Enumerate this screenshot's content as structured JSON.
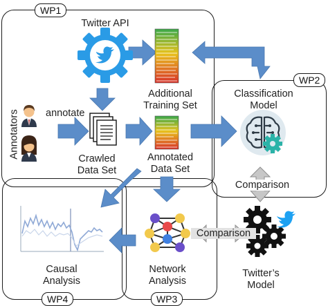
{
  "work_packages": {
    "wp1": "WP1",
    "wp2": "WP2",
    "wp3": "WP3",
    "wp4": "WP4"
  },
  "labels": {
    "twitter_api": "Twitter API",
    "additional_training_set_1": "Additional",
    "additional_training_set_2": "Training Set",
    "annotate": "annotate",
    "annotators": "Annotators",
    "crawled_data_set_1": "Crawled",
    "crawled_data_set_2": "Data Set",
    "annotated_data_set_1": "Annotated",
    "annotated_data_set_2": "Data Set",
    "classification_model_1": "Classification",
    "classification_model_2": "Model",
    "comparison_top": "Comparison",
    "comparison_bottom": "Comparison",
    "causal_analysis_1": "Causal",
    "causal_analysis_2": "Analysis",
    "network_analysis_1": "Network",
    "network_analysis_2": "Analysis",
    "twitters_model_1": "Twitter’s",
    "twitters_model_2": "Model"
  },
  "icons": {
    "twitter_gear": "twitter-gear-icon",
    "dataset_sheet": "dataset-sheet-icon",
    "documents": "documents-icon",
    "annotator_male": "annotator-male-icon",
    "annotator_female": "annotator-female-icon",
    "brain_gear": "brain-gear-icon",
    "line_chart": "line-chart-icon",
    "network_graph": "network-graph-icon",
    "gears_twitter": "gears-twitter-icon"
  },
  "colors": {
    "arrow_blue": "#5b8dc9",
    "arrow_grey": "#c4c4c4",
    "twitter_blue": "#1da1f2",
    "sheet_green": "#3aa84a",
    "sheet_yellow": "#e8c21c",
    "sheet_red": "#d8322a"
  }
}
